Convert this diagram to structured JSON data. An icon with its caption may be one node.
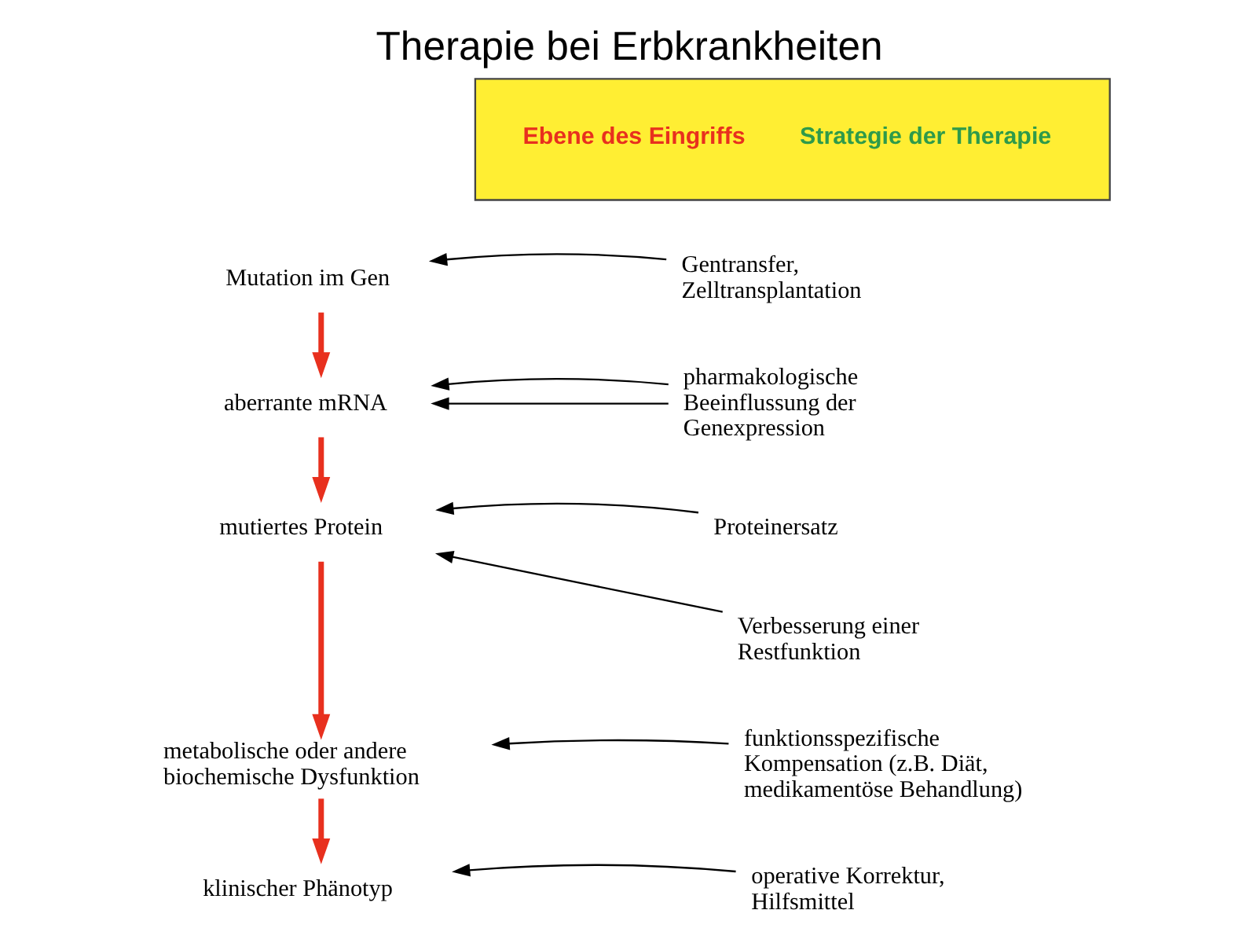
{
  "diagram": {
    "title": "Therapie bei Erbkrankheiten",
    "nodes": [
      {
        "text": [
          "Ebene des Eingriffs",
          "Strategie der Therapie"
        ]
      },
      {
        "text": [
          "Mutation im Gen"
        ]
      },
      {
        "text": [
          "aberrante mRNA"
        ]
      },
      {
        "text": [
          "mutiertes Protein"
        ]
      },
      {
        "text": [
          "metabolische oder andere biochemische Dysfunktion"
        ]
      },
      {
        "text": [
          "klinischer Phänotyp"
        ]
      },
      {
        "text": [
          "Gentransfer, Zelltransplantation"
        ]
      },
      {
        "text": [
          "pharmakologische Beeinflussung der Genexpression"
        ]
      },
      {
        "text": [
          "Proteinersatz"
        ]
      },
      {
        "text": [
          "Verbesserung einer Restfunktion"
        ]
      },
      {
        "text": [
          "funktionsspezifische Kompensation (z.B. Diät, medikamentöse Behandlung)"
        ]
      },
      {
        "text": [
          "operative Korrektur, Hilfsmittel"
        ]
      }
    ],
    "edges": [
      {
        "from": 1,
        "to": 2,
        "arrow": "to",
        "style": "thick",
        "color": "#e8301e"
      },
      {
        "from": 2,
        "to": 3,
        "arrow": "to",
        "style": "thick",
        "color": "#e8301e"
      },
      {
        "from": 3,
        "to": 4,
        "arrow": "to",
        "style": "thick",
        "color": "#e8301e"
      },
      {
        "from": 4,
        "to": 5,
        "arrow": "to",
        "style": "thick",
        "color": "#e8301e"
      },
      {
        "from": 6,
        "to": 1,
        "arrow": "to"
      },
      {
        "from": 7,
        "to": 2,
        "arrow": "to"
      },
      {
        "from": 7,
        "to": 2,
        "arrow": "to"
      },
      {
        "from": 8,
        "to": 3,
        "arrow": "to"
      },
      {
        "from": 9,
        "to": 3,
        "arrow": "to"
      },
      {
        "from": 10,
        "to": 4,
        "arrow": "to"
      },
      {
        "from": 11,
        "to": 5,
        "arrow": "to"
      }
    ]
  }
}
